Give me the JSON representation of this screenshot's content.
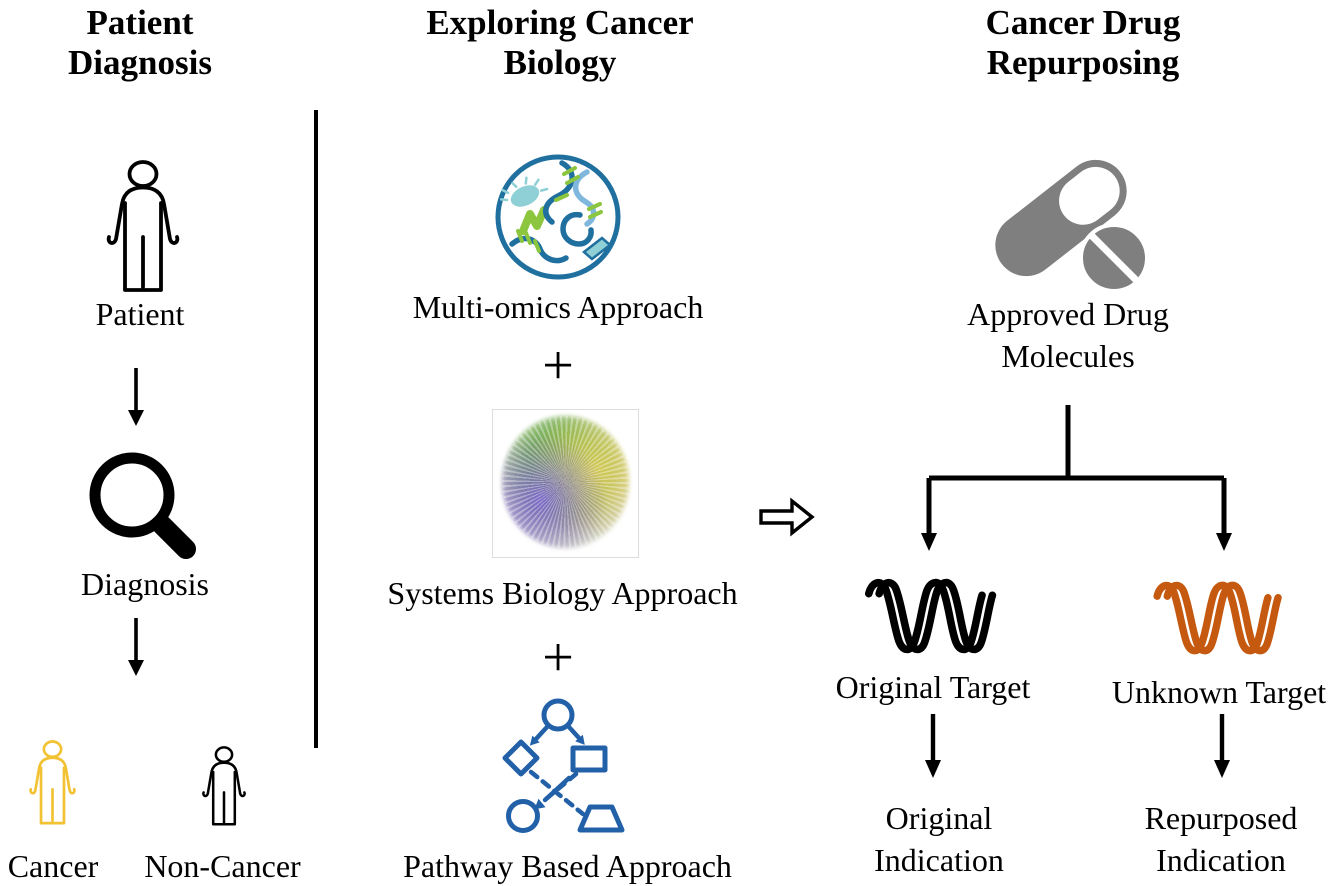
{
  "figure": {
    "kind": "three-column cancer drug repurposing workflow diagram"
  },
  "col1": {
    "title": [
      "Patient",
      "Diagnosis"
    ],
    "patient_label": "Patient",
    "diagnosis_label": "Diagnosis",
    "cancer_label": "Cancer",
    "non_cancer_label": "Non-Cancer"
  },
  "col2": {
    "title": [
      "Exploring Cancer",
      "Biology"
    ],
    "multi_omics_label": "Multi-omics Approach",
    "plus": "+",
    "systems_biology_label": "Systems Biology Approach",
    "pathway_label": "Pathway Based Approach"
  },
  "col3": {
    "title": [
      "Cancer Drug",
      "Repurposing"
    ],
    "approved_drug_label": [
      "Approved Drug",
      "Molecules"
    ],
    "original_target_label": "Original Target",
    "unknown_target_label": "Unknown Target",
    "original_indication_label": [
      "Original",
      "Indication"
    ],
    "repurposed_indication_label": [
      "Repurposed",
      "Indication"
    ]
  },
  "icons": {
    "patient_figure": "person-outline",
    "diagnosis": "magnifying-glass",
    "cancer_patient": "person-outline-yellow",
    "non_cancer_patient": "person-outline-black",
    "multi_omics": "cell-circle-with-dna-and-microbe",
    "systems_biology": "network-hairball-graph",
    "pathway": "pathway-node-graph",
    "approved_drug": "capsule-and-tablet",
    "original_target": "protein-helix-black",
    "unknown_target": "protein-helix-orange",
    "flow": "hollow-double-right-arrow"
  },
  "colors": {
    "ink": "#000000",
    "cancer_yellow": "#F2C233",
    "target_orange": "#C5590F",
    "pathway_blue": "#2260A8",
    "pill_gray": "#7F7F7F",
    "omics_ring": "#1F6F9F",
    "omics_green": "#8CC63E",
    "omics_teal": "#8ED0D6",
    "omics_light_blue": "#7FB8DC",
    "net_green": "#5FA83C",
    "net_purple": "#7B68C8",
    "net_yellow": "#D8CC55",
    "net_olive": "#6A6F3A",
    "frame_gray": "#DDDDDD"
  }
}
